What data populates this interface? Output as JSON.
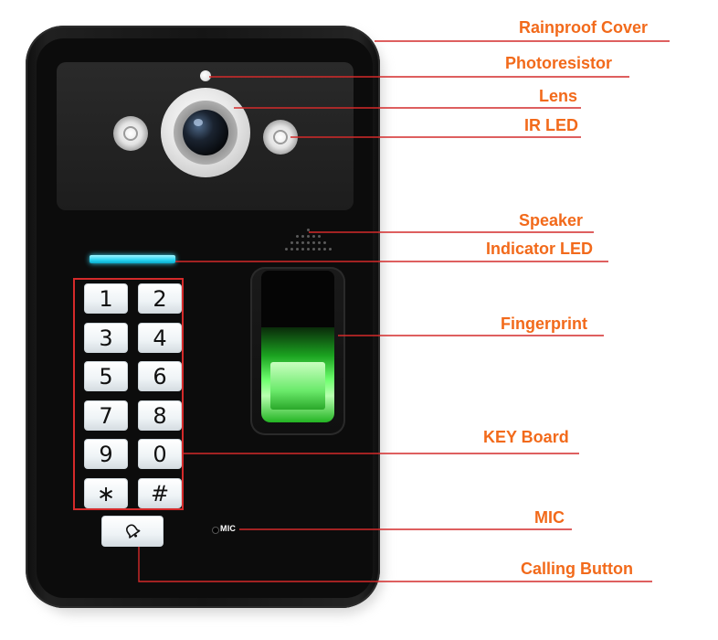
{
  "callouts": {
    "rainproof_cover": "Rainproof Cover",
    "photoresistor": "Photoresistor",
    "lens": "Lens",
    "ir_led": "IR LED",
    "speaker": "Speaker",
    "indicator_led": "Indicator LED",
    "fingerprint": "Fingerprint",
    "key_board": "KEY Board",
    "mic": "MIC",
    "calling_button": "Calling Button"
  },
  "keypad": {
    "keys": [
      "1",
      "2",
      "3",
      "4",
      "5",
      "6",
      "7",
      "8",
      "9",
      "0",
      "∗",
      "#"
    ]
  },
  "mic_label": "MIC",
  "colors": {
    "callout_text": "#f26a1b",
    "leader_line": "#d42a2a",
    "indicator_led": "#2ad4f2",
    "fingerprint_glow": "#6dff6d",
    "housing": "#151515"
  },
  "icons": {
    "calling_button": "bell-icon"
  }
}
